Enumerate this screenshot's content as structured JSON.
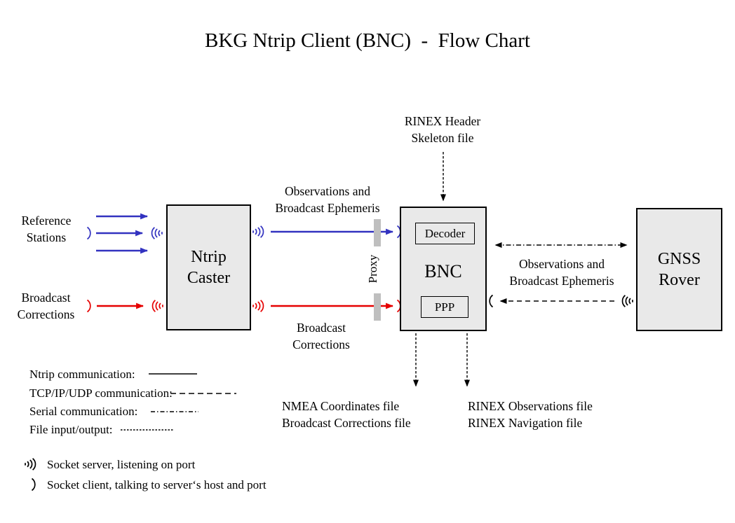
{
  "title": "BKG Ntrip Client (BNC)  -  Flow Chart",
  "colors": {
    "ntrip_blue": "#3232c0",
    "corrections_red": "#e60000",
    "box_fill": "#e9e9e9",
    "box_border": "#000000",
    "proxy_bar_gray": "#bfbfbf",
    "text": "#000000"
  },
  "boxes": {
    "ntrip_caster": {
      "line1": "Ntrip",
      "line2": "Caster"
    },
    "bnc": {
      "label": "BNC",
      "decoder_label": "Decoder",
      "ppp_label": "PPP"
    },
    "gnss_rover": {
      "line1": "GNSS",
      "line2": "Rover"
    }
  },
  "labels": {
    "reference_stations": {
      "line1": "Reference",
      "line2": "Stations"
    },
    "broadcast_corrections_input": {
      "line1": "Broadcast",
      "line2": "Corrections"
    },
    "observations_ephemeris_caster_bnc": {
      "line1": "Observations and",
      "line2": "Broadcast Ephemeris"
    },
    "broadcast_corrections_caster_bnc": {
      "line1": "Broadcast",
      "line2": "Corrections"
    },
    "proxy": "Proxy",
    "rinex_header_skeleton": {
      "line1": "RINEX Header",
      "line2": "Skeleton file"
    },
    "observations_ephemeris_bnc_rover": {
      "line1": "Observations and",
      "line2": "Broadcast Ephemeris"
    },
    "nmea_output": {
      "line1": "NMEA Coordinates file",
      "line2": "Broadcast Corrections file"
    },
    "rinex_output": {
      "line1": "RINEX Observations file",
      "line2": "RINEX Navigation file"
    }
  },
  "legend": {
    "ntrip_label": "Ntrip communication:",
    "tcp_label": "TCP/IP/UDP communication:",
    "serial_label": "Serial communication:",
    "file_label": "File input/output:"
  },
  "socket_legend": {
    "server_label": "Socket server, listening on port",
    "client_label": "Socket client, talking to server‘s host and port"
  }
}
